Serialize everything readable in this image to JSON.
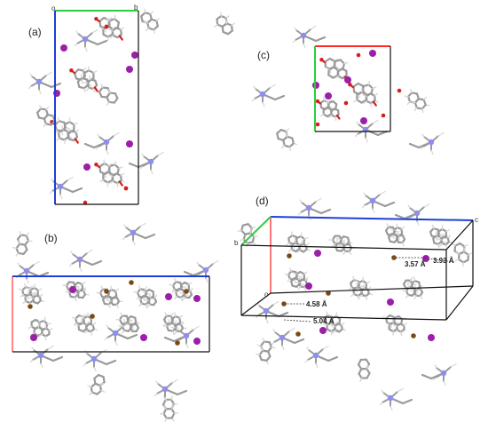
{
  "figure": {
    "panels": [
      {
        "id": "a",
        "label": "(a)"
      },
      {
        "id": "b",
        "label": "(b)"
      },
      {
        "id": "c",
        "label": "(c)"
      },
      {
        "id": "d",
        "label": "(d)"
      }
    ],
    "axis_letters": {
      "origin": "o",
      "b_axis": "b",
      "c_axis": "c"
    },
    "distances": [
      "3.57 Å",
      "3.93 Å",
      "4.58 Å",
      "5.04 Å"
    ],
    "colors": {
      "axis_a": "#ff2a2a",
      "axis_b": "#2ecc40",
      "axis_c": "#1f3fd6",
      "cell_edge": "#111111",
      "carbon": "#9a9a9a",
      "hydrogen": "#d8d8d8",
      "nitrogen": "#8e8ef0",
      "oxygen": "#d91c1c",
      "iodide": "#9b1fa8",
      "bromide": "#7a4a12"
    }
  }
}
